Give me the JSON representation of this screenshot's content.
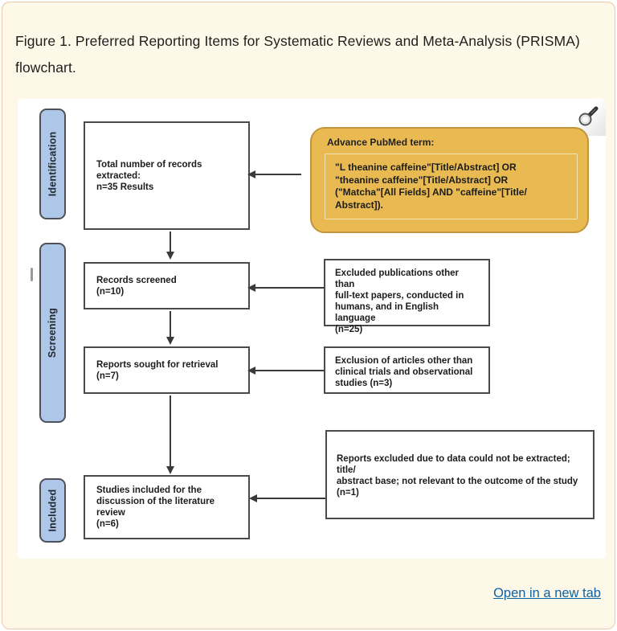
{
  "caption": "Figure 1. Preferred Reporting Items for Systematic Reviews and Meta-Analysis (PRISMA) flowchart.",
  "stages": [
    {
      "label": "Identification"
    },
    {
      "label": "Screening"
    },
    {
      "label": "Included"
    }
  ],
  "flow_boxes": [
    {
      "text": "Total number of records\nextracted:\nn=35 Results"
    },
    {
      "text": "Records screened\n(n=10)"
    },
    {
      "text": "Reports sought for retrieval\n(n=7)"
    },
    {
      "text": "Studies included for the\ndiscussion of the literature review\n(n=6)"
    }
  ],
  "search_box": {
    "title": "Advance PubMed term:",
    "query": "\"L theanine caffeine\"[Title/Abstract] OR\n\"theanine caffeine\"[Title/Abstract] OR\n(\"Matcha\"[All Fields] AND \"caffeine\"[Title/\nAbstract])."
  },
  "exclusion_boxes": [
    {
      "text": "Excluded publications other than\nfull-text papers, conducted in\nhumans, and in English language\n(n=25)"
    },
    {
      "text": "Exclusion of articles other than\nclinical trials and observational\nstudies (n=3)"
    },
    {
      "text": "Reports excluded due to data could not be extracted; title/\nabstract base; not relevant to the outcome of the study\n(n=1)"
    }
  ],
  "footer": {
    "open_link": "Open in a new tab"
  },
  "icons": {
    "magnifier": "magnifier-icon"
  },
  "colors": {
    "page_bg": "#fdf8e8",
    "page_border": "#f0c6ab",
    "panel_bg": "#ffffff",
    "stage_fill": "#aec7e9",
    "stage_border": "#4d525a",
    "box_border": "#4a4a4a",
    "search_fill": "#e9ba52",
    "search_border": "#c2943e",
    "arrow": "#3a3a3a",
    "link": "#0e63a5"
  }
}
